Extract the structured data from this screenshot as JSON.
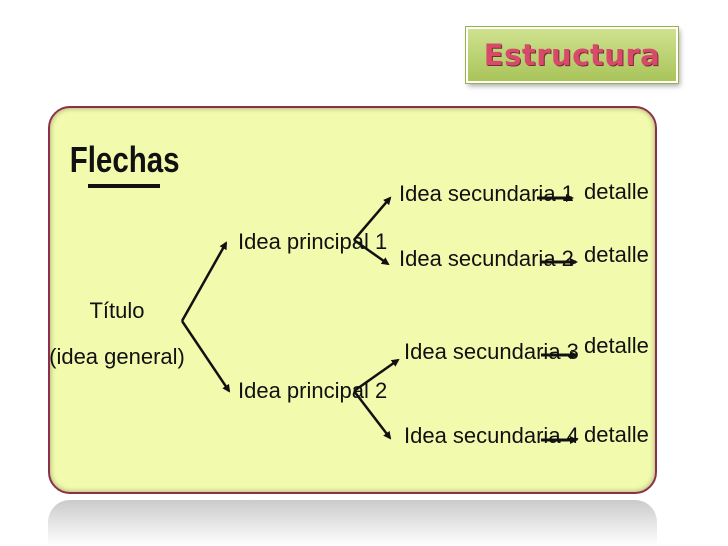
{
  "header": {
    "title": "Estructura"
  },
  "panel": {
    "heading": "Flechas",
    "root": [
      "Título",
      "(idea general)"
    ],
    "principal": [
      "Idea principal 1",
      "Idea principal 2"
    ],
    "secondary": [
      "Idea secundaria 1",
      "Idea secundaria 2",
      "Idea secundaria 3",
      "Idea secundaria 4"
    ],
    "detail": [
      "detalle",
      "detalle",
      "detalle",
      "detalle"
    ]
  },
  "colors": {
    "panel_bg": "#f2fbad",
    "panel_border": "#8b3048",
    "title_color": "#d84a6a"
  }
}
